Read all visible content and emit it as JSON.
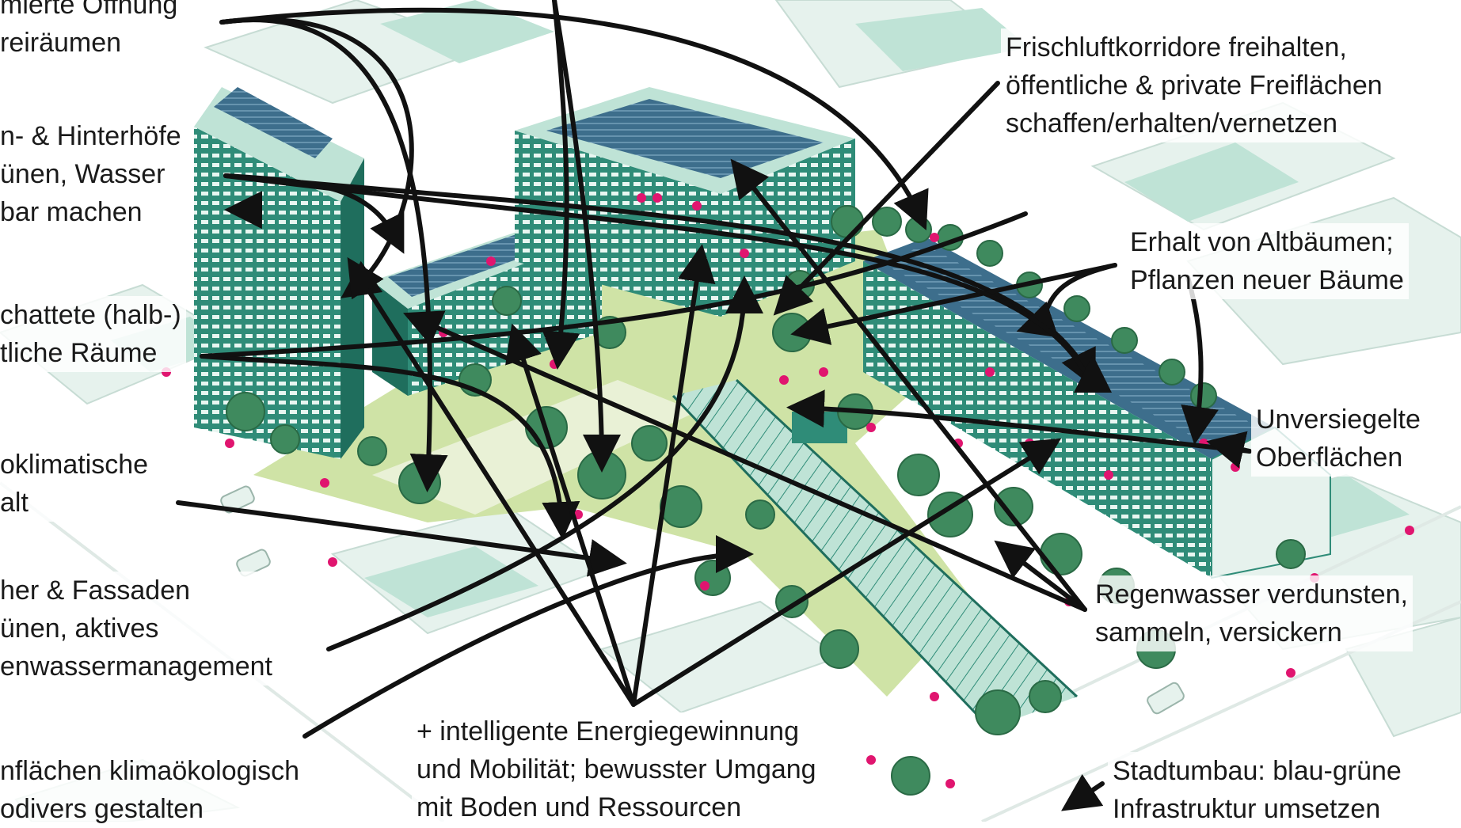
{
  "labels": {
    "opening": [
      "mierte Öffnung",
      "reiräumen"
    ],
    "courtyards": [
      "n- & Hinterhöfe",
      "ünen, Wasser",
      "bar machen"
    ],
    "shaded": [
      "chattete (halb-)",
      "tliche Räume"
    ],
    "microclimate": [
      "oklimatische",
      "alt"
    ],
    "roofs": [
      "her & Fassaden",
      "ünen, aktives",
      "enwassermanagement"
    ],
    "open_spaces": [
      "nflächen klimaökologisch",
      "odivers gestalten"
    ],
    "fresh_air": [
      "Frischluftkorridore freihalten,",
      "öffentliche & private Freiflächen",
      "schaffen/erhalten/vernetzen"
    ],
    "old_trees": [
      "Erhalt von Altbäumen;",
      "Pflanzen neuer Bäume"
    ],
    "unsealed": [
      "Unversiegelte",
      "Oberflächen"
    ],
    "rainwater": [
      "Regenwasser verdunsten,",
      "sammeln, versickern"
    ],
    "energy": [
      "+ intelligente Energiegewinnung",
      "und Mobilität; bewusster Umgang",
      "mit Boden und Ressourcen"
    ],
    "urban_redev": [
      "Stadtumbau: blau-grüne",
      "Infrastruktur umsetzen"
    ]
  },
  "colors": {
    "building_teal": "#2f8c78",
    "light_teal": "#bfe3d6",
    "grass_green": "#cfe3a6",
    "tree_green": "#3f8a5e",
    "people_magenta": "#e0156f",
    "arrow_black": "#111111",
    "solar_blue": "#3d6e8c"
  }
}
